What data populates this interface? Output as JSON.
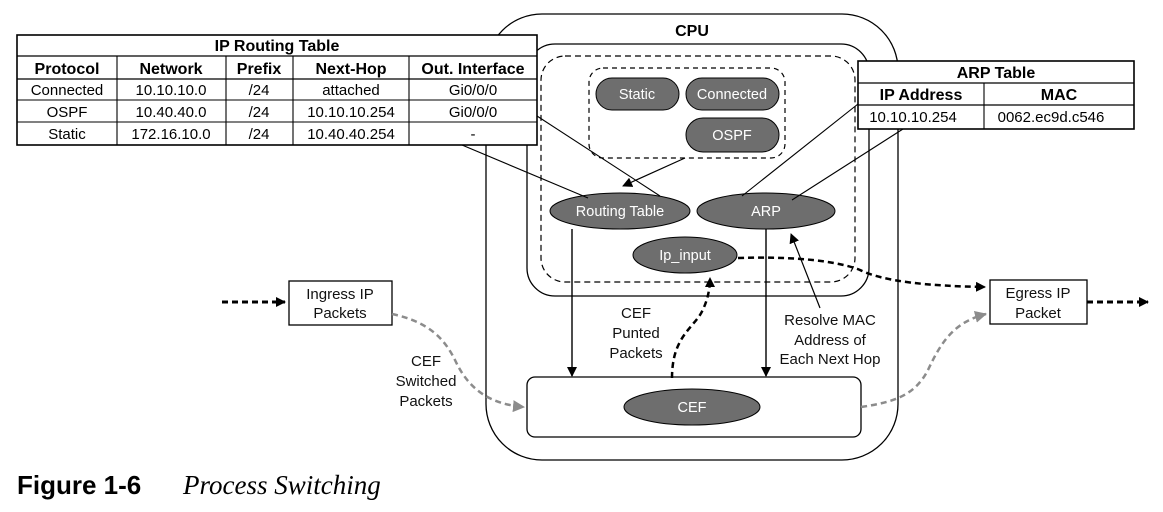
{
  "cpu": {
    "title": "CPU"
  },
  "routing_table": {
    "title": "IP Routing Table",
    "columns": [
      "Protocol",
      "Network",
      "Prefix",
      "Next-Hop",
      "Out. Interface"
    ],
    "rows": [
      [
        "Connected",
        "10.10.10.0",
        "/24",
        "attached",
        "Gi0/0/0"
      ],
      [
        "OSPF",
        "10.40.40.0",
        "/24",
        "10.10.10.254",
        "Gi0/0/0"
      ],
      [
        "Static",
        "172.16.10.0",
        "/24",
        "10.40.40.254",
        "-"
      ]
    ]
  },
  "arp_table": {
    "title": "ARP Table",
    "columns": [
      "IP Address",
      "MAC"
    ],
    "rows": [
      [
        "10.10.10.254",
        "0062.ec9d.c546"
      ]
    ]
  },
  "processes": {
    "static": "Static",
    "connected": "Connected",
    "ospf": "OSPF",
    "routing_table": "Routing Table",
    "arp": "ARP",
    "ip_input": "Ip_input",
    "cef": "CEF"
  },
  "labels": {
    "ingress": [
      "Ingress IP",
      "Packets"
    ],
    "egress": [
      "Egress IP",
      "Packet"
    ],
    "cef_switched": [
      "CEF",
      "Switched",
      "Packets"
    ],
    "cef_punted": [
      "CEF",
      "Punted",
      "Packets"
    ],
    "resolve_mac": [
      "Resolve MAC",
      "Address of",
      "Each Next Hop"
    ]
  },
  "caption": {
    "number": "Figure 1-6",
    "title": "Process Switching"
  },
  "colors": {
    "pill": "#6e6e6e",
    "gray_arrow": "#8c8c8c",
    "black": "#000000"
  }
}
